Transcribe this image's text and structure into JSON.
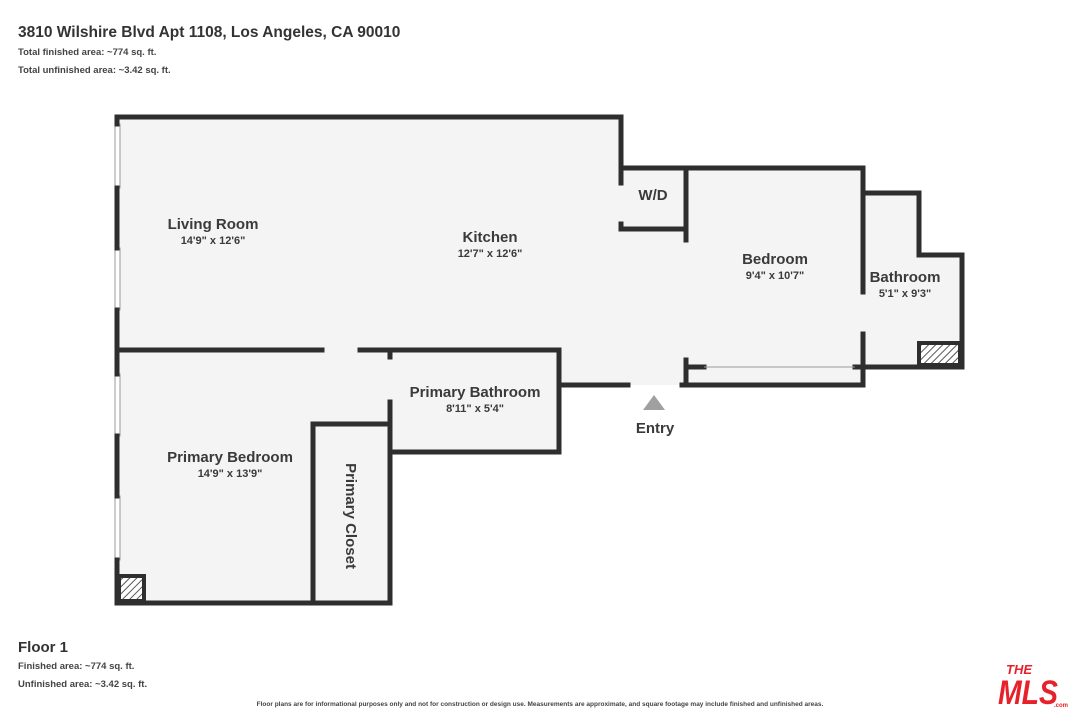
{
  "header": {
    "address": "3810 Wilshire Blvd Apt 1108, Los Angeles, CA 90010",
    "total_finished": "Total finished area: ~774 sq. ft.",
    "total_unfinished": "Total unfinished area: ~3.42 sq. ft."
  },
  "rooms": {
    "living_room": {
      "name": "Living Room",
      "dims": "14'9\" x 12'6\""
    },
    "kitchen": {
      "name": "Kitchen",
      "dims": "12'7\" x 12'6\""
    },
    "wd": {
      "name": "W/D"
    },
    "bedroom": {
      "name": "Bedroom",
      "dims": "9'4\" x 10'7\""
    },
    "bathroom": {
      "name": "Bathroom",
      "dims": "5'1\" x 9'3\""
    },
    "primary_bathroom": {
      "name": "Primary Bathroom",
      "dims": "8'11\" x 5'4\""
    },
    "primary_bedroom": {
      "name": "Primary Bedroom",
      "dims": "14'9\" x 13'9\""
    },
    "primary_closet": {
      "name": "Primary Closet"
    }
  },
  "entry_label": "Entry",
  "floor": {
    "title": "Floor 1",
    "finished": "Finished area: ~774 sq. ft.",
    "unfinished": "Unfinished area: ~3.42 sq. ft."
  },
  "disclaimer": "Floor plans are for informational purposes only and not for construction or design use. Measurements are approximate, and square footage may include finished and unfinished areas.",
  "logo": {
    "top": "THE",
    "main": "MLS",
    "suffix": ".com",
    "color": "#e8202a"
  },
  "colors": {
    "room_fill": "#f4f4f4",
    "wall": "#2e2e2e",
    "entry_arrow": "#a0a0a0"
  }
}
